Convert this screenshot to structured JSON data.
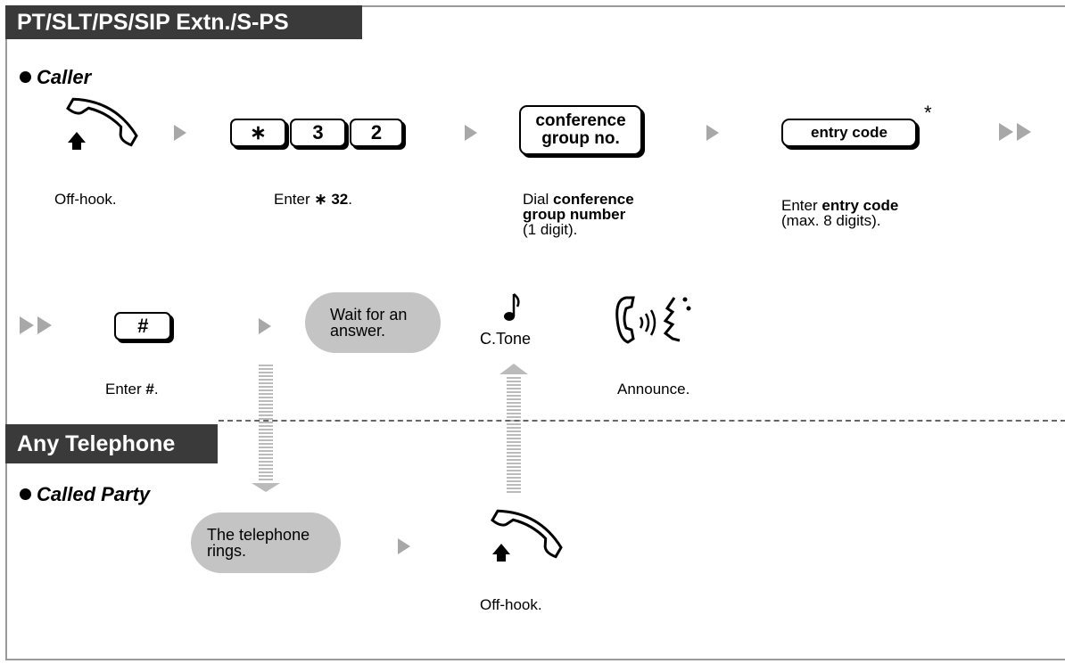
{
  "section_top": {
    "header": "PT/SLT/PS/SIP Extn./S-PS",
    "role": "Caller"
  },
  "section_bottom": {
    "header": "Any Telephone",
    "role": "Called Party"
  },
  "row1": {
    "step1_caption": "Off-hook.",
    "keys": [
      "∗",
      "3",
      "2"
    ],
    "step2_caption_prefix": "Enter ",
    "step2_caption_bold": "∗ 32",
    "step2_caption_suffix": ".",
    "conf_key_line1": "conference",
    "conf_key_line2": "group no.",
    "step3_caption_prefix": "Dial ",
    "step3_caption_bold1": "conference",
    "step3_caption_bold2": "group number",
    "step3_caption_suffix": "(1 digit).",
    "entry_key": "entry code",
    "entry_asterisk": "*",
    "step4_caption_prefix": "Enter ",
    "step4_caption_bold": "entry code",
    "step4_caption_suffix": "(max. 8 digits)."
  },
  "row2": {
    "hash_key": "#",
    "hash_caption_prefix": "Enter ",
    "hash_caption_bold": "#",
    "hash_caption_suffix": ".",
    "wait_line1": "Wait for an",
    "wait_line2": "answer.",
    "tone_label": "C.Tone",
    "announce_caption": "Announce."
  },
  "row3": {
    "rings_line1": "The telephone",
    "rings_line2": "rings.",
    "offhook_caption": "Off-hook."
  },
  "icons": [
    "handset-offhook-icon",
    "music-note-icon",
    "announce-icon",
    "step-arrow-icon",
    "double-arrow-icon"
  ]
}
